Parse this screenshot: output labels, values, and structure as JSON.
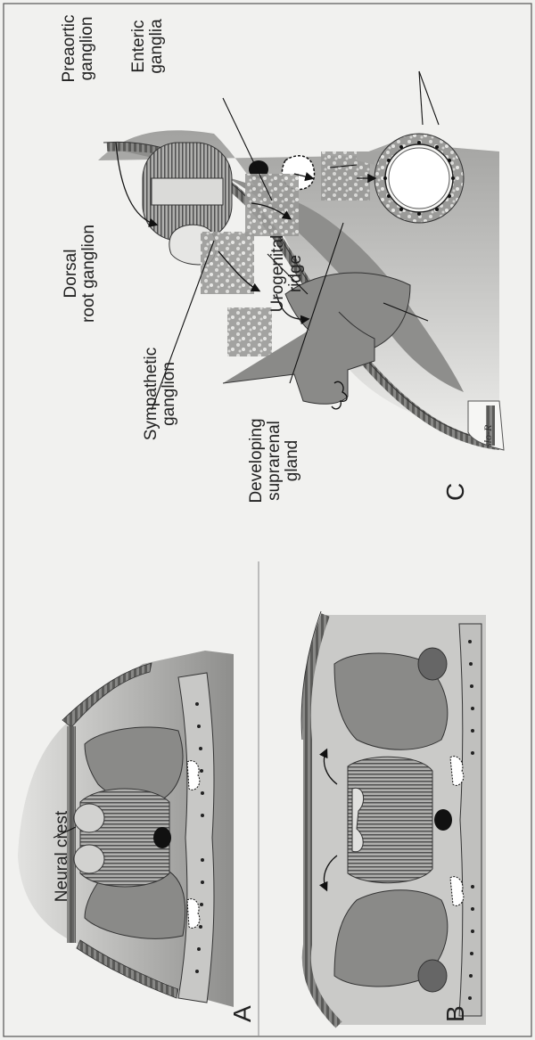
{
  "figure": {
    "panels": {
      "a": "A",
      "b": "B",
      "c": "C"
    },
    "labels": {
      "neural_crest": "Neural crest",
      "dorsal_root_ganglion": "Dorsal\nroot ganglion",
      "preaortic_ganglion": "Preaortic\nganglion",
      "enteric_ganglia": "Enteric\nganglia",
      "sympathetic_ganglion": "Sympathetic\nganglion",
      "developing_suprarenal_gland": "Developing\nsuprarenal\ngland",
      "urogenital_ridge": "Urogenital\nridge"
    },
    "signature": "slo-R"
  }
}
